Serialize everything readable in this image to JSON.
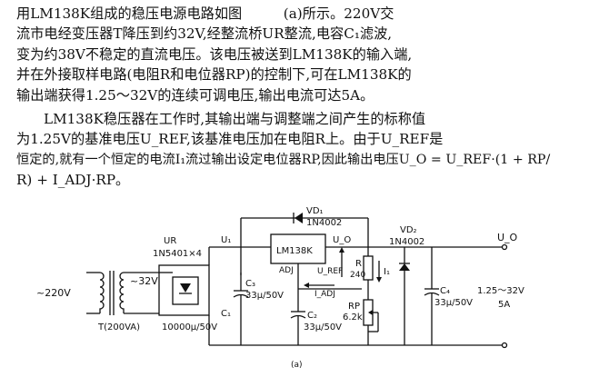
{
  "paragraph1": {
    "lines": [
      "用LM138K组成的稳压电源电路如图　　　(a)所示。220V交",
      "流市电经变压器T降压到约32V,经整流桥UR整流,电容C₁滤波,",
      "变为约38V不稳定的直流电压。该电压被送到LM138K的输入端,",
      "并在外接取样电路(电阻R和电位器RP)的控制下,可在LM138K的",
      "输出端获得1.25～32V的连续可调电压,输出电流可达5A。"
    ]
  },
  "paragraph2": {
    "lines": [
      "LM138K稳压器在工作时,其输出端与调整端之间产生的标称值",
      "为1.25V的基准电压U_REF,该基准电压加在电阻R上。由于U_REF是",
      "恒定的,就有一个恒定的电流I₁流过输出设定电位器RP,因此输出电压U_O = U_REF·(1 + RP/",
      "R) + I_ADJ·RP。"
    ]
  },
  "circuit": {
    "ac_input": "~220V",
    "transformer_secondary": "~32V",
    "transformer_label": "T(200VA)",
    "bridge_label": "UR",
    "bridge_part": "1N5401×4",
    "c1_label": "C₁",
    "c1_value": "10000μ/50V",
    "u1_label": "U₁",
    "regulator_label": "LM138K",
    "adj_label": "ADJ",
    "uo_pin_label": "U_O",
    "vd1_label": "VD₁",
    "vd1_part": "1N4002",
    "vd2_label": "VD₂",
    "vd2_part": "1N4002",
    "c3_label": "C₃",
    "c3_value": "33μ/50V",
    "c2_label": "C₂",
    "c2_value": "33μ/50V",
    "c4_label": "C₄",
    "c4_value": "33μ/50V",
    "uref_label": "U_REF",
    "iadj_label": "I_ADJ",
    "r_label": "R",
    "r_value": "240",
    "i1_label": "I₁",
    "rp_label": "RP",
    "rp_value": "6.2k",
    "output_label": "U_O",
    "output_range": "1.25～32V",
    "output_current": "5A",
    "caption": "(a)"
  }
}
